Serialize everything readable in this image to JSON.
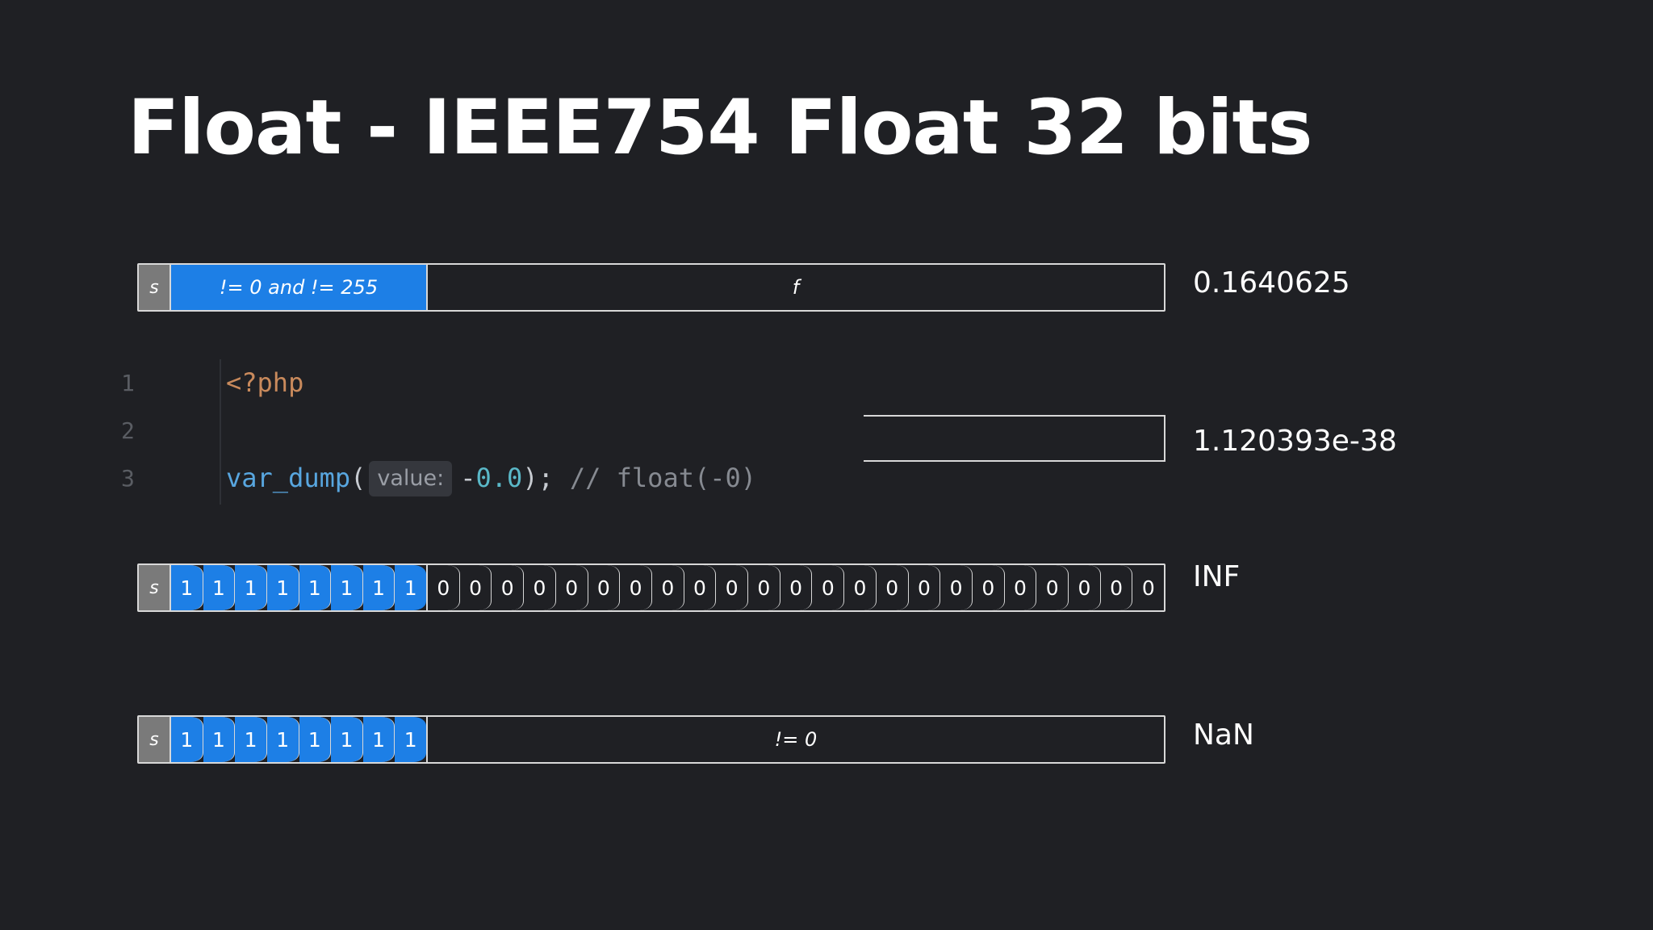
{
  "title": "Float - IEEE754 Float 32 bits",
  "rows": {
    "normal": {
      "sign_label": "s",
      "exponent_label": "!= 0 and != 255",
      "fraction_label": "f",
      "value": "0.1640625"
    },
    "denormal": {
      "value": "1.120393e-38"
    },
    "inf": {
      "sign_label": "s",
      "exponent_bits": [
        "1",
        "1",
        "1",
        "1",
        "1",
        "1",
        "1",
        "1"
      ],
      "fraction_bits": [
        "0",
        "0",
        "0",
        "0",
        "0",
        "0",
        "0",
        "0",
        "0",
        "0",
        "0",
        "0",
        "0",
        "0",
        "0",
        "0",
        "0",
        "0",
        "0",
        "0",
        "0",
        "0",
        "0"
      ],
      "value": "INF"
    },
    "nan": {
      "sign_label": "s",
      "exponent_bits": [
        "1",
        "1",
        "1",
        "1",
        "1",
        "1",
        "1",
        "1"
      ],
      "fraction_label": "!= 0",
      "value": "NaN"
    }
  },
  "code": {
    "line_numbers": [
      "1",
      "2",
      "3"
    ],
    "line1": "<?php",
    "fn_name": "var_dump",
    "open_paren": "(",
    "param_hint": "value:",
    "minus": "-",
    "number": "0.0",
    "close": ");",
    "comment": "// float(-0)"
  },
  "colors": {
    "background": "#1f2024",
    "exponent_blue": "#1d7fe6",
    "sign_gray": "#7a7a7a",
    "border": "#d8d8d8"
  }
}
